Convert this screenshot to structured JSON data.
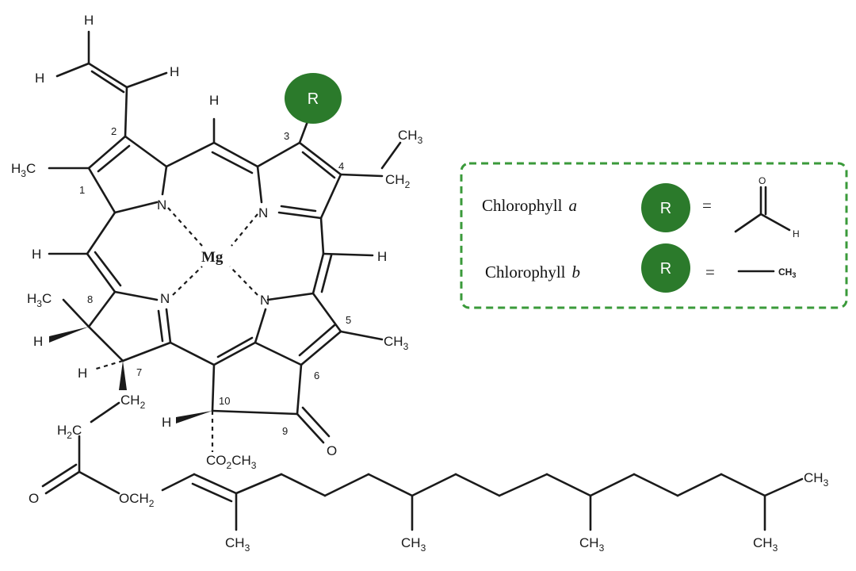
{
  "colors": {
    "r_group": "#2b7a2b",
    "legend_border": "#3a9a3a",
    "bond": "#1a1a1a"
  },
  "structure": {
    "center_atom": "Mg",
    "r_label": "R",
    "atoms": {
      "h_vinyl_top": "H",
      "h_vinyl_left": "H",
      "h_vinyl_right": "H",
      "h_meso_top": "H",
      "h3c_1": "H",
      "h3c_1_sub": "3",
      "h3c_1_c": "C",
      "ch3_4_c": "CH",
      "ch3_4_sub": "3",
      "ch2_4_c": "CH",
      "ch2_4_sub": "2",
      "n_a": "N",
      "n_b": "N",
      "n_c": "N",
      "n_d": "N",
      "h_meso_left": "H",
      "h_meso_right": "H",
      "h3c_8": "H",
      "h3c_8_sub": "3",
      "h3c_8_c": "C",
      "h_8": "H",
      "h_7": "H",
      "ch3_5_c": "CH",
      "ch3_5_sub": "3",
      "ch2_7_c": "CH",
      "ch2_7_sub": "2",
      "h_10": "H",
      "o_9": "O",
      "h2c": "H",
      "h2c_sub": "2",
      "h2c_c": "C",
      "co2ch3_a": "CO",
      "co2ch3_sub": "2",
      "co2ch3_b": "CH",
      "co2ch3_sub2": "3",
      "o_ester": "O",
      "och2_a": "OCH",
      "och2_sub": "2",
      "phytyl_ch3_1": "CH",
      "phytyl_ch3_1_sub": "3",
      "phytyl_ch3_2": "CH",
      "phytyl_ch3_2_sub": "3",
      "phytyl_ch3_3": "CH",
      "phytyl_ch3_3_sub": "3",
      "phytyl_ch3_4": "CH",
      "phytyl_ch3_4_sub": "3",
      "phytyl_ch3_5": "CH",
      "phytyl_ch3_5_sub": "3"
    },
    "position_numbers": [
      "1",
      "2",
      "3",
      "4",
      "5",
      "6",
      "7",
      "8",
      "9",
      "10"
    ]
  },
  "legend": {
    "row_a": {
      "label": "Chlorophyll",
      "variant": "a",
      "r": "R",
      "equals": "=",
      "o": "O",
      "h": "H"
    },
    "row_b": {
      "label": "Chlorophyll",
      "variant": "b",
      "r": "R",
      "equals": "=",
      "group": "CH",
      "group_sub": "3"
    }
  }
}
